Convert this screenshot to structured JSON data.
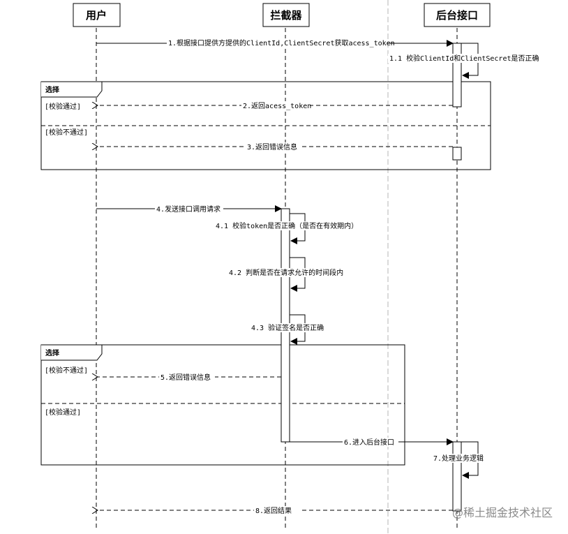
{
  "actors": [
    {
      "id": "user",
      "label": "用户"
    },
    {
      "id": "interceptor",
      "label": "拦截器"
    },
    {
      "id": "backend",
      "label": "后台接口"
    }
  ],
  "messages": [
    {
      "id": "m1",
      "label": "1.根据接口提供方提供的ClientId,ClientSecret获取acess_token",
      "style": "solid"
    },
    {
      "id": "m1_1",
      "label": "1.1 校验ClientId和ClientSecret是否正确",
      "style": "self"
    },
    {
      "id": "m2",
      "label": "2.返回acess_token",
      "style": "dashed"
    },
    {
      "id": "m3",
      "label": "3.返回错误信息",
      "style": "dashed"
    },
    {
      "id": "m4",
      "label": "4.发送接口调用请求",
      "style": "solid"
    },
    {
      "id": "m4_1",
      "label": "4.1 校验token是否正确（是否在有效期内）",
      "style": "self"
    },
    {
      "id": "m4_2",
      "label": "4.2 判断是否在请求允许的时间段内",
      "style": "self"
    },
    {
      "id": "m4_3",
      "label": "4.3 验证签名是否正确",
      "style": "self"
    },
    {
      "id": "m5",
      "label": "5.返回错误信息",
      "style": "dashed"
    },
    {
      "id": "m6",
      "label": "6.进入后台接口",
      "style": "solid"
    },
    {
      "id": "m7",
      "label": "7.处理业务逻辑",
      "style": "self"
    },
    {
      "id": "m8",
      "label": "8.返回结果",
      "style": "dashed"
    }
  ],
  "frames": [
    {
      "id": "f1",
      "label": "选择",
      "guards": [
        "[校验通过]",
        "[校验不通过]"
      ]
    },
    {
      "id": "f2",
      "label": "选择",
      "guards": [
        "[校验不通过]",
        "[校验通过]"
      ]
    }
  ],
  "watermark": "@稀土掘金技术社区"
}
